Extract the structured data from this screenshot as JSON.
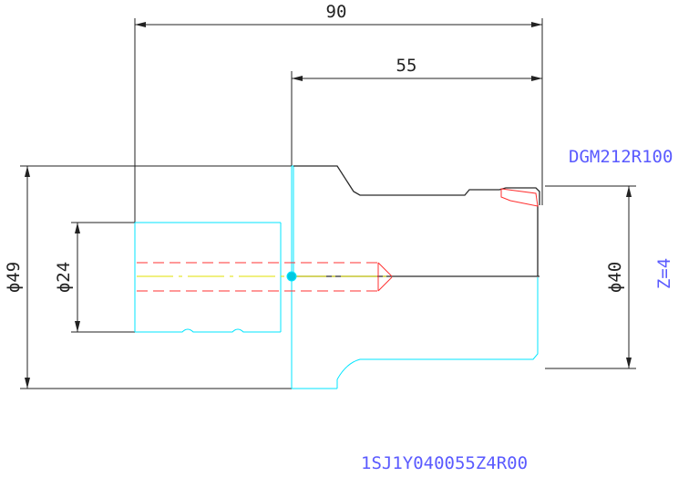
{
  "dimensions": {
    "overall_length": "90",
    "shank_length": "55",
    "body_diameter": "ϕ49",
    "bore_diameter": "ϕ24",
    "cutter_diameter": "ϕ40"
  },
  "annotations": {
    "part_code": "DGM212R100",
    "teeth": "Z=4",
    "drawing_number": "1SJ1Y040055Z4R00"
  },
  "colors": {
    "dimension": "#222222",
    "outline": "#00e5ff",
    "hidden": "#ff3030",
    "centerline": "#e0e000",
    "annotation": "#5a5aff",
    "profile": "#2a2a2a"
  }
}
